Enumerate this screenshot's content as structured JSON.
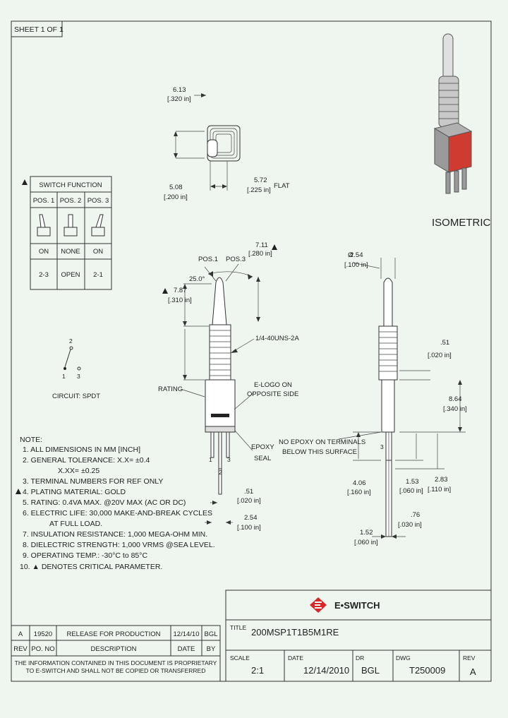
{
  "sheet_label": "SHEET 1 OF 1",
  "isometric_label": "ISOMETRIC",
  "brand": {
    "name": "E•SWITCH",
    "logo_color": "#d62828"
  },
  "top_view": {
    "width_dim": "6.13",
    "width_dim_in": "[.320 in]",
    "height_dim": "5.08",
    "height_dim_in": "[.200 in]",
    "flat_dim": "5.72",
    "flat_dim_in": "[.225 in]",
    "flat_label": "FLAT"
  },
  "switch_function": {
    "title": "SWITCH FUNCTION",
    "positions": [
      "POS. 1",
      "POS. 2",
      "POS. 3"
    ],
    "states": [
      "ON",
      "NONE",
      "ON"
    ],
    "terminals": [
      "2-3",
      "OPEN",
      "2-1"
    ]
  },
  "circuit": {
    "label": "CIRCUIT: SPDT",
    "terminal_top": "2",
    "terminal_left": "1",
    "terminal_right": "3"
  },
  "front_view": {
    "pos1": "POS.1",
    "pos3": "POS.3",
    "angle": "25.0°",
    "span_dim": "7.11",
    "span_dim_in": "[.280 in]",
    "lever_dim": "7.87",
    "lever_dim_in": "[.310 in]",
    "thread": "1/4-40UNS-2A",
    "rating_label": "RATING",
    "elogo": "E-LOGO ON",
    "elogo2": "OPPOSITE SIDE",
    "epoxy": "EPOXY",
    "seal": "SEAL",
    "term_label_1": "1",
    "term_label_2": "2",
    "term_label_3": "3",
    "pin_dim": ".51",
    "pin_dim_in": "[.020 in]",
    "pitch_dim": "2.54",
    "pitch_dim_in": "[.100 in]"
  },
  "side_view": {
    "dia_symbol": "Ø",
    "dia_dim": "2.54",
    "dia_dim_in": "[.100 in]",
    "d051": ".51",
    "d051_in": "[.020 in]",
    "d864": "8.64",
    "d864_in": "[.340 in]",
    "no_epoxy": "NO EPOXY ON TERMINALS",
    "no_epoxy2": "BELOW THIS SURFACE",
    "term3": "3",
    "d406": "4.06",
    "d406_in": "[.160 in]",
    "d153": "1.53",
    "d153_in": "[.060 in]",
    "d283": "2.83",
    "d283_in": "[.110 in]",
    "d076": ".76",
    "d076_in": "[.030 in]",
    "d152": "1.52",
    "d152_in": "[.060 in]"
  },
  "notes": {
    "title": "NOTE:",
    "items": [
      "1. ALL DIMENSIONS IN MM [INCH]",
      "2. GENERAL TOLERANCE: X.X= ±0.4",
      "X.XX= ±0.25",
      "3. TERMINAL NUMBERS FOR REF ONLY",
      "4. PLATING MATERIAL: GOLD",
      "5. RATING: 0.4VA MAX. @20V MAX (AC OR DC)",
      "6. ELECTRIC LIFE: 30,000 MAKE-AND-BREAK CYCLES",
      "AT FULL LOAD.",
      "7. INSULATION RESISTANCE: 1,000 MEGA-OHM MIN.",
      "8. DIELECTRIC STRENGTH: 1,000 VRMS @SEA LEVEL.",
      "9. OPERATING TEMP.: -30°C to 85°C",
      "10. ▲ DENOTES CRITICAL PARAMETER."
    ]
  },
  "revision_block": {
    "row": {
      "rev": "A",
      "po": "19520",
      "desc": "RELEASE FOR PRODUCTION",
      "date": "12/14/10",
      "by": "BGL"
    },
    "headers": {
      "rev": "REV",
      "po": "PO. NO",
      "desc": "DESCRIPTION",
      "date": "DATE",
      "by": "BY"
    },
    "disclaimer1": "THE INFORMATION CONTAINED IN THIS DOCUMENT IS PROPRIETARY",
    "disclaimer2": "TO E-SWITCH AND SHALL NOT BE COPIED OR TRANSFERRED"
  },
  "title_block": {
    "title_label": "TITLE",
    "title": "200MSP1T1B5M1RE",
    "scale_label": "SCALE",
    "scale": "2:1",
    "date_label": "DATE",
    "date": "12/14/2010",
    "dr_label": "DR",
    "dr": "BGL",
    "dwg_label": "DWG",
    "dwg": "T250009",
    "rev_label": "REV",
    "rev": "A"
  }
}
